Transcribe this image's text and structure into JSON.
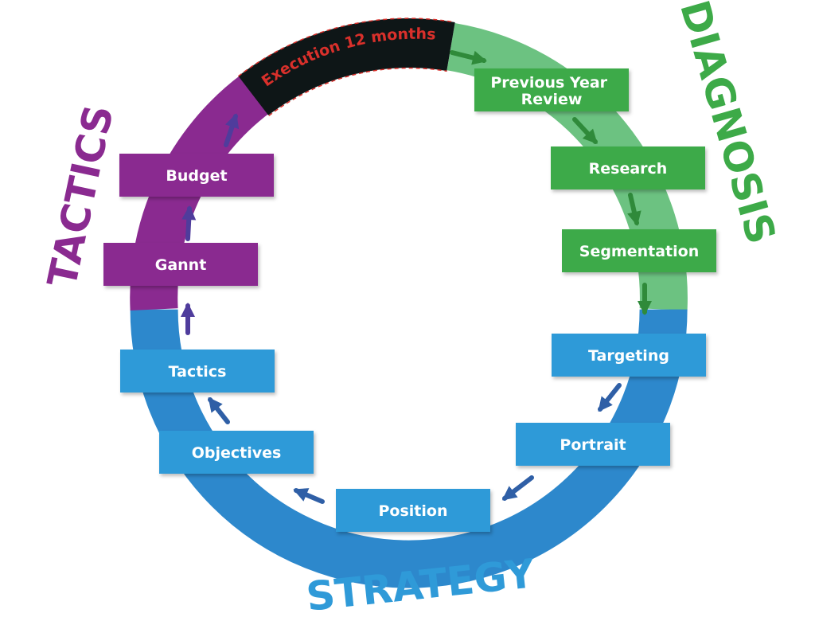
{
  "colors": {
    "diagnosis": "#3daa48",
    "diagnosis_ring": "#6cc281",
    "strategy": "#2f9ad8",
    "strategy_ring": "#2d88cc",
    "tactics": "#8a2a90",
    "tactics_ring": "#8a2a90",
    "execution_bg": "#0e1617",
    "execution_text": "#d9302b",
    "arrow_green": "#2f8a3a",
    "arrow_blue": "#2f5fa6",
    "arrow_purple": "#4f3c9c"
  },
  "phases": {
    "diagnosis": "DIAGNOSIS",
    "strategy": "STRATEGY",
    "tactics": "TACTICS"
  },
  "execution": {
    "label": "Execution 12 months"
  },
  "stages": [
    {
      "id": "previous-year-review",
      "lines": [
        "Previous Year",
        "Review"
      ],
      "phase": "diagnosis"
    },
    {
      "id": "research",
      "lines": [
        "Research"
      ],
      "phase": "diagnosis"
    },
    {
      "id": "segmentation",
      "lines": [
        "Segmentation"
      ],
      "phase": "diagnosis"
    },
    {
      "id": "targeting",
      "lines": [
        "Targeting"
      ],
      "phase": "strategy"
    },
    {
      "id": "portrait",
      "lines": [
        "Portrait"
      ],
      "phase": "strategy"
    },
    {
      "id": "position",
      "lines": [
        "Position"
      ],
      "phase": "strategy"
    },
    {
      "id": "objectives",
      "lines": [
        "Objectives"
      ],
      "phase": "strategy"
    },
    {
      "id": "tactics",
      "lines": [
        "Tactics"
      ],
      "phase": "strategy"
    },
    {
      "id": "gannt",
      "lines": [
        "Gannt"
      ],
      "phase": "tactics"
    },
    {
      "id": "budget",
      "lines": [
        "Budget"
      ],
      "phase": "tactics"
    }
  ]
}
